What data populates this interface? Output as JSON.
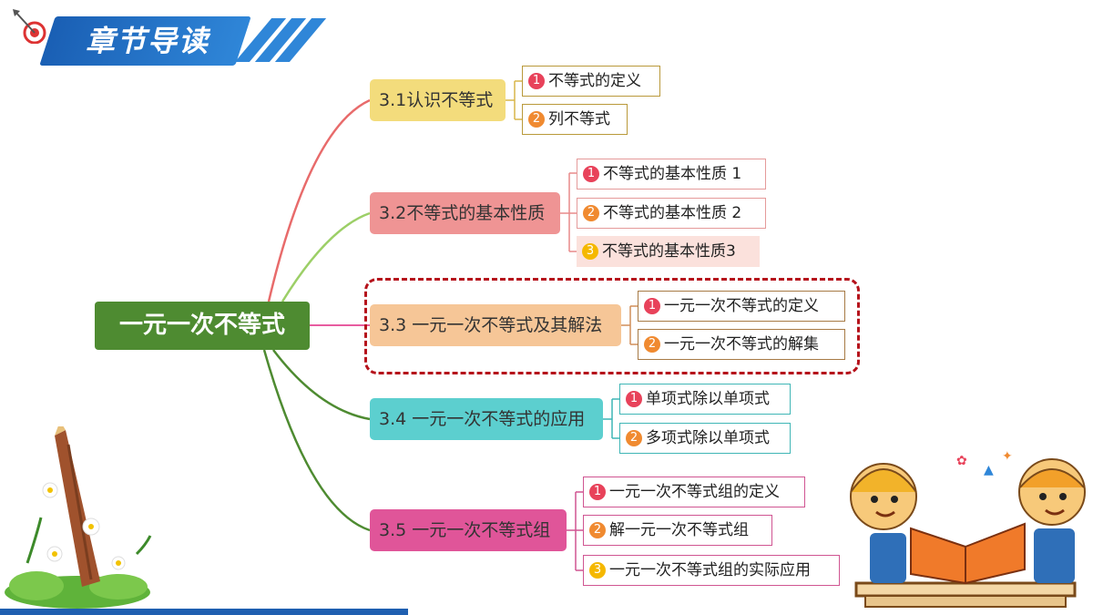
{
  "header": {
    "title": "章节导读"
  },
  "root": {
    "label": "一元一次不等式"
  },
  "sections": [
    {
      "label": "3.1认识不等式",
      "color": "#f3dc7c",
      "items": [
        {
          "num": "1",
          "label": "不等式的定义"
        },
        {
          "num": "2",
          "label": "列不等式"
        }
      ]
    },
    {
      "label": "3.2不等式的基本性质",
      "color": "#ef9494",
      "items": [
        {
          "num": "1",
          "label": "不等式的基本性质 1"
        },
        {
          "num": "2",
          "label": "不等式的基本性质 2"
        },
        {
          "num": "3",
          "label": "不等式的基本性质3"
        }
      ]
    },
    {
      "label": "3.3 一元一次不等式及其解法",
      "color": "#f6c697",
      "items": [
        {
          "num": "1",
          "label": "一元一次不等式的定义"
        },
        {
          "num": "2",
          "label": "一元一次不等式的解集"
        }
      ]
    },
    {
      "label": "3.4 一元一次不等式的应用",
      "color": "#5ccfcf",
      "items": [
        {
          "num": "1",
          "label": "单项式除以单项式"
        },
        {
          "num": "2",
          "label": "多项式除以单项式"
        }
      ]
    },
    {
      "label": "3.5 一元一次不等式组",
      "color": "#e05599",
      "items": [
        {
          "num": "1",
          "label": "一元一次不等式组的定义"
        },
        {
          "num": "2",
          "label": "解一元一次不等式组"
        },
        {
          "num": "3",
          "label": "一元一次不等式组的实际应用"
        }
      ]
    }
  ]
}
